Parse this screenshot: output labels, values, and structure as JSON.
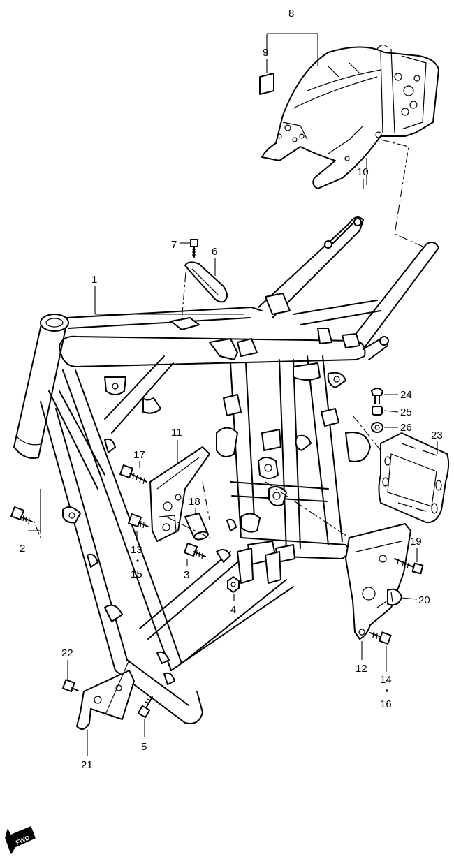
{
  "callouts": {
    "c1": "1",
    "c2": "2",
    "c3": "3",
    "c4": "4",
    "c5": "5",
    "c6": "6",
    "c7": "7",
    "c8": "8",
    "c9": "9",
    "c10": "10",
    "c11": "11",
    "c12": "12",
    "c13": "13",
    "c14": "14",
    "c15": "15",
    "c16": "16",
    "c17": "17",
    "c18": "18",
    "c19": "19",
    "c20": "20",
    "c21": "21",
    "c22": "22",
    "c23": "23",
    "c24": "24",
    "c25": "25",
    "c26": "26"
  },
  "fwd_badge": {
    "label": "FWD"
  }
}
